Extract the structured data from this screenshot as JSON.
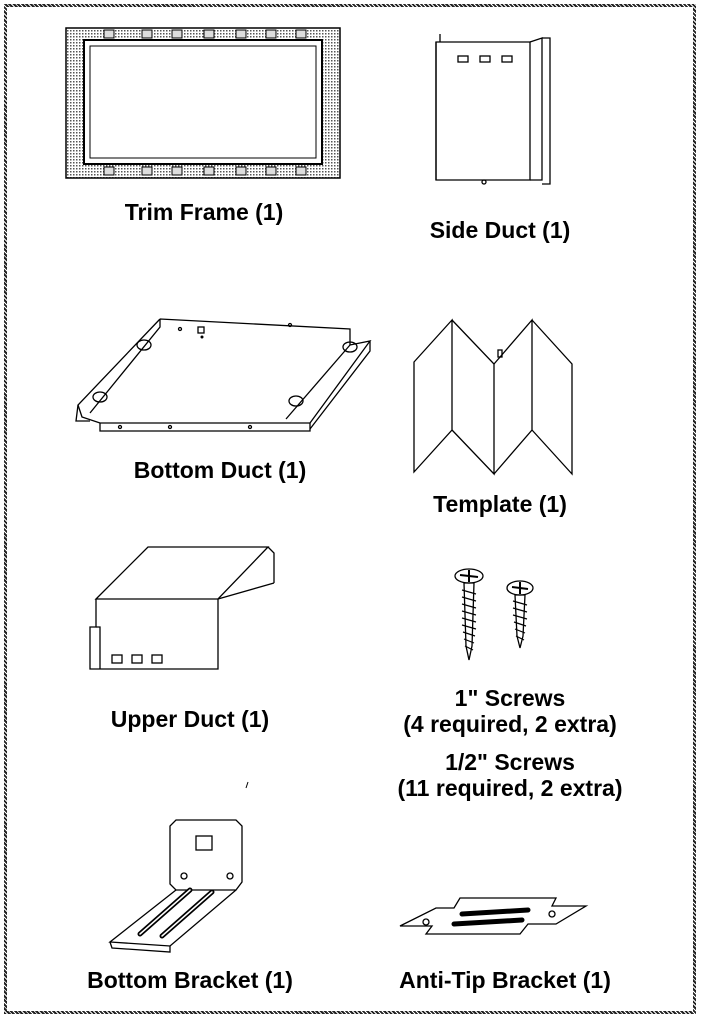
{
  "parts": {
    "trim_frame": "Trim Frame (1)",
    "side_duct": "Side Duct (1)",
    "bottom_duct": "Bottom Duct (1)",
    "template": "Template (1)",
    "upper_duct": "Upper Duct (1)",
    "screws_1in_title": "1\" Screws",
    "screws_1in_qty": "(4 required, 2 extra)",
    "screws_half_title": "1/2\" Screws",
    "screws_half_qty": "(11 required, 2 extra)",
    "bottom_bracket": "Bottom Bracket (1)",
    "anti_tip_bracket": "Anti-Tip Bracket (1)"
  },
  "icons": [
    "trim-frame-illustration",
    "side-duct-illustration",
    "bottom-duct-illustration",
    "template-illustration",
    "upper-duct-illustration",
    "screws-illustration",
    "bottom-bracket-illustration",
    "anti-tip-bracket-illustration"
  ]
}
